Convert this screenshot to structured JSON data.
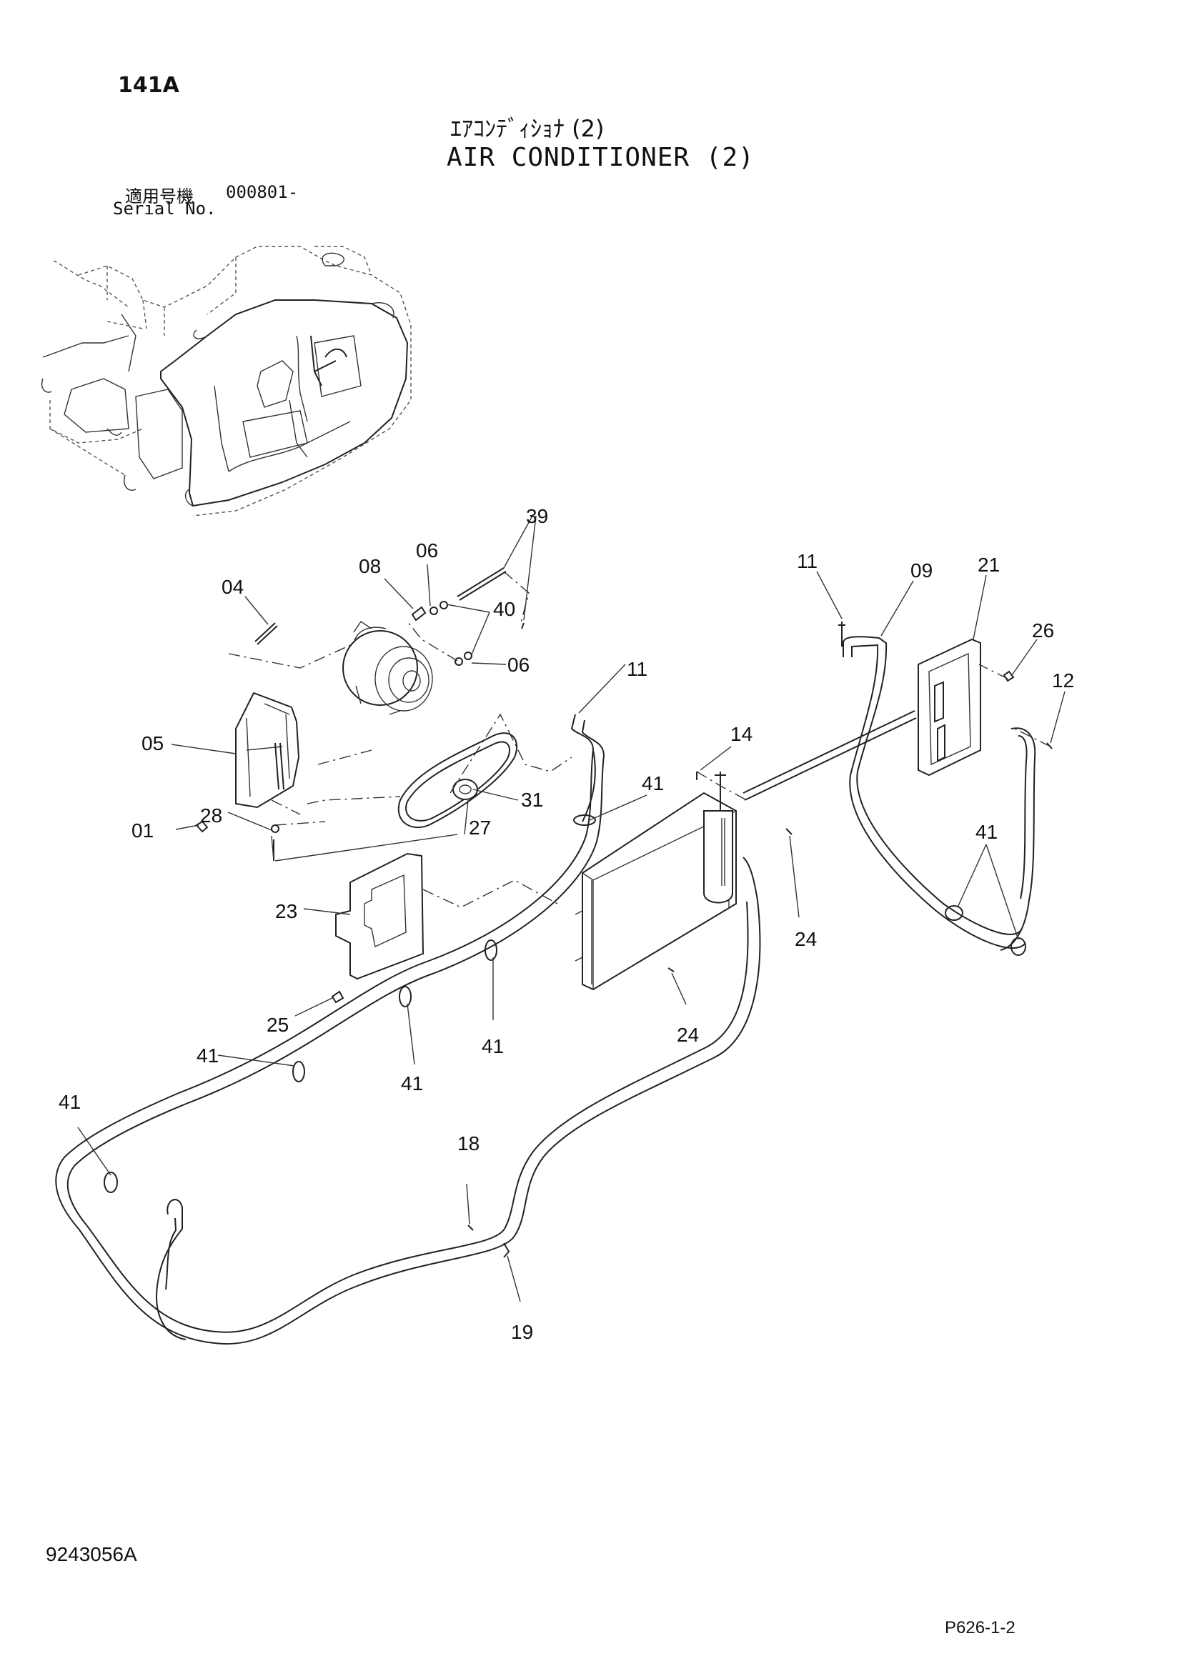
{
  "header": {
    "page_number": "141A",
    "title_jp": "ｴｱｺﾝﾃﾞｨｼｮﾅ (2)",
    "title_en": "AIR CONDITIONER (2)",
    "serial_label_jp": "適用号機",
    "serial_value": "000801-",
    "serial_label_en": "Serial No."
  },
  "callouts": [
    "04",
    "08",
    "06",
    "39",
    "40",
    "06",
    "05",
    "01",
    "28",
    "31",
    "27",
    "11",
    "41",
    "14",
    "11",
    "09",
    "21",
    "26",
    "12",
    "41",
    "23",
    "25",
    "41",
    "41",
    "41",
    "41",
    "24",
    "24",
    "18",
    "19"
  ],
  "footer": {
    "drawing_number": "9243056A",
    "sheet_ref": "P626-1-2"
  }
}
